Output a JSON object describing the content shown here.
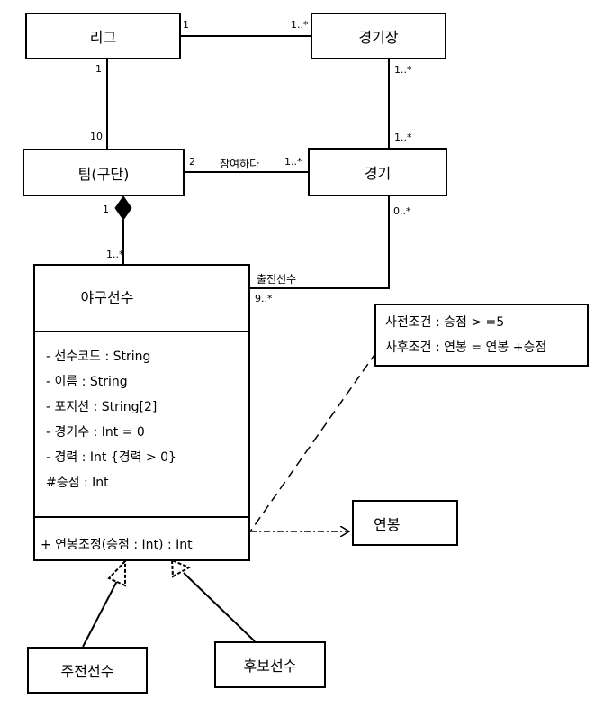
{
  "classes": {
    "league": "리그",
    "stadium": "경기장",
    "team": "팀(구단)",
    "game": "경기",
    "player": "야구선수",
    "starter": "주전선수",
    "reserve": "후보선수",
    "salary": "연봉"
  },
  "player_attributes": [
    "- 선수코드 : String",
    "- 이름 : String",
    "- 포지션 : String[2]",
    "- 경기수 : Int = 0",
    "- 경력 : Int {경력 > 0}",
    "#승점 : Int"
  ],
  "player_operations": [
    "+ 연봉조정(승점 : Int) : Int"
  ],
  "note": {
    "precondition": "사전조건 : 승점 > =5",
    "postcondition": "사후조건 : 연봉 = 연봉 +승점"
  },
  "multiplicities": {
    "league_stadium_league": "1",
    "league_stadium_stadium": "1..*",
    "league_team_league": "1",
    "league_team_team": "10",
    "stadium_game_stadium": "1..*",
    "stadium_game_game": "1..*",
    "team_game_team": "2",
    "team_game_game": "1..*",
    "team_player_team": "1",
    "team_player_player": "1..*",
    "game_player_game": "0..*",
    "game_player_player": "9..*"
  },
  "association_labels": {
    "team_game": "참여하다",
    "game_player": "출전선수"
  }
}
